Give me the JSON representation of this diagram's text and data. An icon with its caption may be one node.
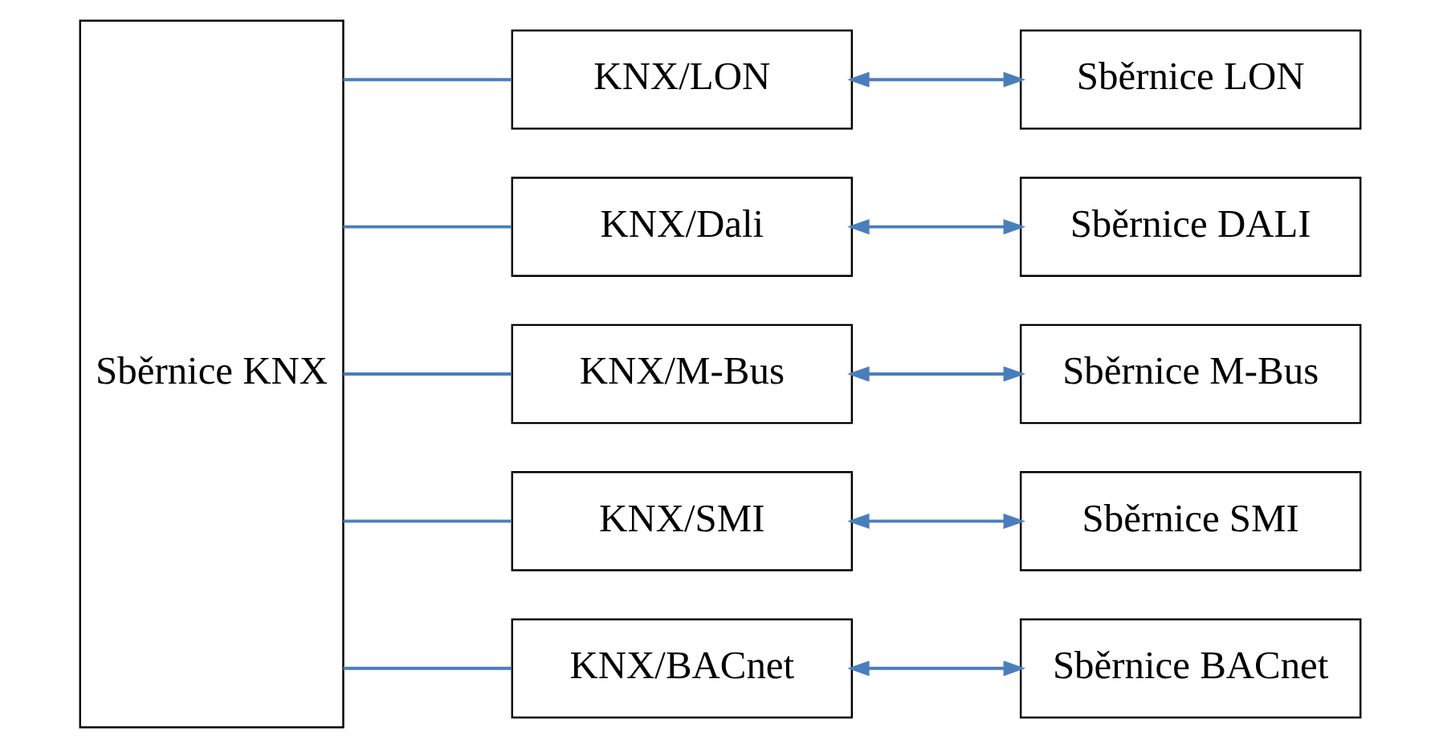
{
  "diagram": {
    "nodes": [
      {
        "text": [
          "Sběrnice KNX"
        ]
      },
      {
        "text": [
          "KNX/LON"
        ]
      },
      {
        "text": [
          "KNX/Dali"
        ]
      },
      {
        "text": [
          "KNX/M-Bus"
        ]
      },
      {
        "text": [
          "KNX/SMI"
        ]
      },
      {
        "text": [
          "KNX/BACnet"
        ]
      },
      {
        "text": [
          "Sběrnice LON"
        ]
      },
      {
        "text": [
          "Sběrnice DALI"
        ]
      },
      {
        "text": [
          "Sběrnice M-Bus"
        ]
      },
      {
        "text": [
          "Sběrnice SMI"
        ]
      },
      {
        "text": [
          "Sběrnice BACnet"
        ]
      }
    ],
    "edges": [
      {
        "from": 0,
        "to": 1,
        "arrow": "none"
      },
      {
        "from": 0,
        "to": 2,
        "arrow": "none"
      },
      {
        "from": 0,
        "to": 3,
        "arrow": "none"
      },
      {
        "from": 0,
        "to": 4,
        "arrow": "none"
      },
      {
        "from": 0,
        "to": 5,
        "arrow": "none"
      },
      {
        "from": 1,
        "to": 6,
        "arrow": "both"
      },
      {
        "from": 2,
        "to": 7,
        "arrow": "both"
      },
      {
        "from": 3,
        "to": 8,
        "arrow": "both"
      },
      {
        "from": 4,
        "to": 9,
        "arrow": "both"
      },
      {
        "from": 5,
        "to": 10,
        "arrow": "both"
      }
    ]
  }
}
